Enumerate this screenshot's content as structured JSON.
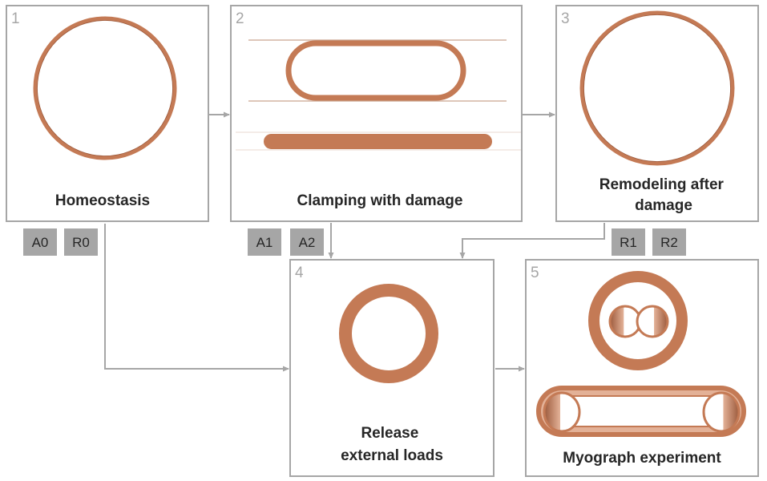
{
  "colors": {
    "tissue": "#c47a55",
    "tissue_dark": "#9c5a3c",
    "tissue_light": "#e3b197",
    "frame": "#a6a6a6",
    "arrow": "#a6a6a6",
    "tag_fill": "#a6a6a6",
    "text": "#262626",
    "panel_number": "#a6a6a6"
  },
  "panels": [
    {
      "number": "1",
      "title_lines": [
        "Homeostasis"
      ]
    },
    {
      "number": "2",
      "title_lines": [
        "Clamping with damage"
      ]
    },
    {
      "number": "3",
      "title_lines": [
        "Remodeling after",
        "damage"
      ]
    },
    {
      "number": "4",
      "title_lines": [
        "Release",
        "external loads"
      ]
    },
    {
      "number": "5",
      "title_lines": [
        "Myograph experiment"
      ]
    }
  ],
  "tags": [
    "A0",
    "R0",
    "A1",
    "A2",
    "R1",
    "R2"
  ]
}
